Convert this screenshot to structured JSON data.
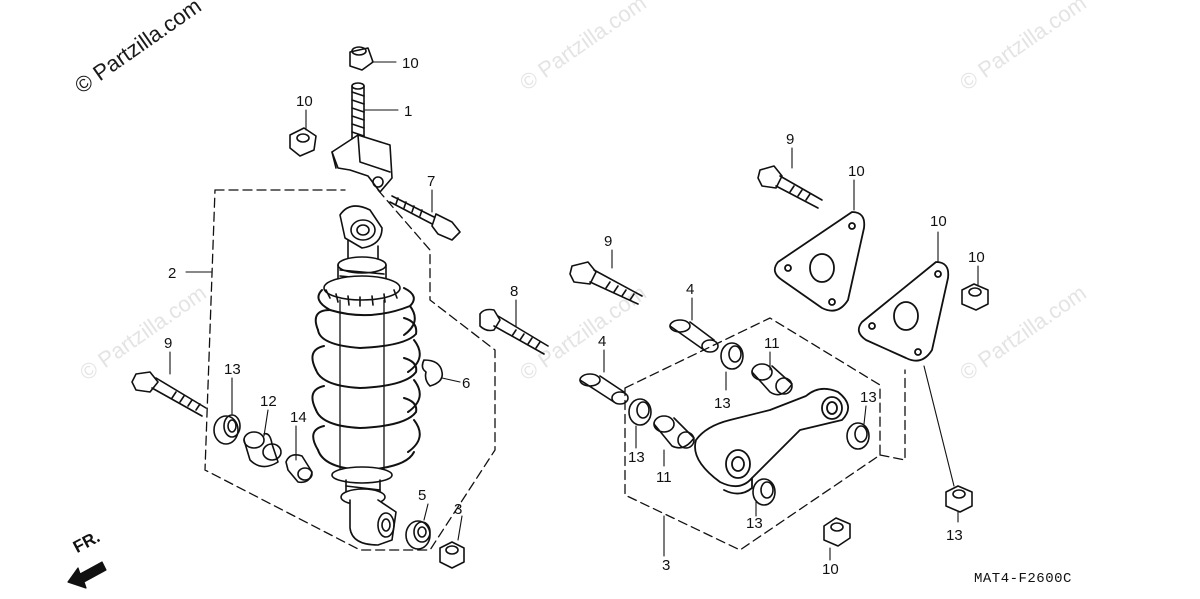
{
  "watermarks": {
    "main": "© Partzilla.com",
    "faint": "© Partzilla.com"
  },
  "orientation_label": "FR.",
  "diagram_code": "MAT4-F2600C",
  "callouts": [
    "10",
    "1",
    "10",
    "7",
    "2",
    "9",
    "13",
    "12",
    "14",
    "6",
    "8",
    "9",
    "4",
    "4",
    "13",
    "13",
    "11",
    "11",
    "13",
    "13",
    "5",
    "3",
    "3",
    "9",
    "10",
    "10",
    "10",
    "13",
    "10"
  ],
  "colors": {
    "line": "#111111",
    "watermark": "#e4e4e4",
    "background": "#ffffff"
  }
}
